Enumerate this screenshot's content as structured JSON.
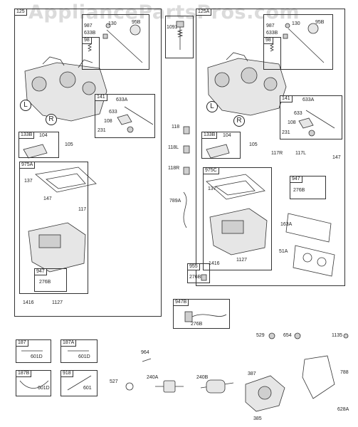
{
  "watermark": "AppliancePartsPros.com",
  "frames": {
    "f125": "125",
    "f125a": "125A",
    "f1091": "1091",
    "f98l": "98",
    "f98r": "98",
    "f141l": "141",
    "f141r": "141",
    "f133bl": "133B",
    "f133br": "133B",
    "f975a": "975A",
    "f975c": "975C",
    "f947l": "947",
    "f947r": "947",
    "f955": "955",
    "f947b": "947B",
    "f187": "187",
    "f187a": "187A",
    "f187b": "187B",
    "f918": "918"
  },
  "orientation": {
    "left": "L",
    "right": "R"
  },
  "labels": {
    "l987": "987",
    "l633b": "633B",
    "l130": "130",
    "l95b": "95B",
    "l633a": "633A",
    "l633": "633",
    "l108": "108",
    "l231": "231",
    "l104": "104",
    "l105": "105",
    "l137": "137",
    "l147": "147",
    "l117": "117",
    "l276b": "276B",
    "l1416": "1416",
    "l1127": "1127",
    "r987": "987",
    "r633b": "633B",
    "r130": "130",
    "r95b": "95B",
    "r633a": "633A",
    "r633": "633",
    "r108": "108",
    "r231": "231",
    "r104": "104",
    "r105": "105",
    "r117r": "117R",
    "r117l": "117L",
    "r147": "147",
    "r137": "137",
    "r276b": "276B",
    "r163a": "163A",
    "r51a": "51A",
    "r1416": "1416",
    "r1127": "1127",
    "m118": "118",
    "m118l": "118L",
    "m118r": "118R",
    "m789a": "789A",
    "m276b": "276B",
    "m947b276b": "276B",
    "b601d1": "601D",
    "b601d2": "601D",
    "b601d3": "601D",
    "b601": "601",
    "b964": "964",
    "b527": "527",
    "b240a": "240A",
    "b240b": "240B",
    "b387": "387",
    "b385": "385",
    "b529": "529",
    "b654": "654",
    "b1135": "1135",
    "b788": "788",
    "b628a": "628A"
  }
}
